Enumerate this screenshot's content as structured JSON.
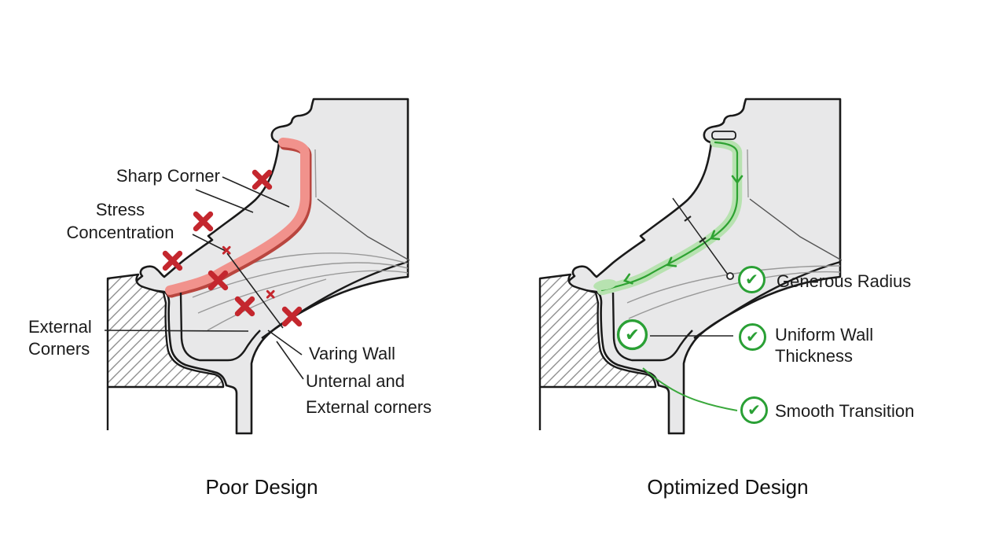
{
  "colors": {
    "background": "#ffffff",
    "part_fill": "#e8e8e9",
    "outline": "#1a1a1a",
    "contour_gray": "#999999",
    "defect_red": "#c4272e",
    "stress_path_fill": "#f1928c",
    "stress_path_edge": "#b9463f",
    "flow_fill": "#b7e2b0",
    "flow_line": "#2ea232",
    "check_green": "#2aa035",
    "text": "#1c1c1c"
  },
  "icons": {
    "check_glyph": "✔",
    "defect_mark": "x-cross",
    "approve_mark": "check-circle"
  },
  "left_figure": {
    "caption": "Poor Design",
    "labels": {
      "sharp_corner": "Sharp Corner",
      "stress_line1": "Stress",
      "stress_line2": "Concentration",
      "external_line1": "External",
      "external_line2": "Corners",
      "varing_wall": "Varing Wall",
      "corners_line1": "Unternal and",
      "corners_line2": "External corners"
    },
    "defect_marks_large": 6,
    "defect_marks_small": 2
  },
  "right_figure": {
    "caption": "Optimized Design",
    "labels": {
      "generous_radius": "Generous Radius",
      "uniform_line1": "Uniform Wall",
      "uniform_line2": "Thickness",
      "smooth_transition": "Smooth Transition"
    },
    "check_marks": 4
  }
}
